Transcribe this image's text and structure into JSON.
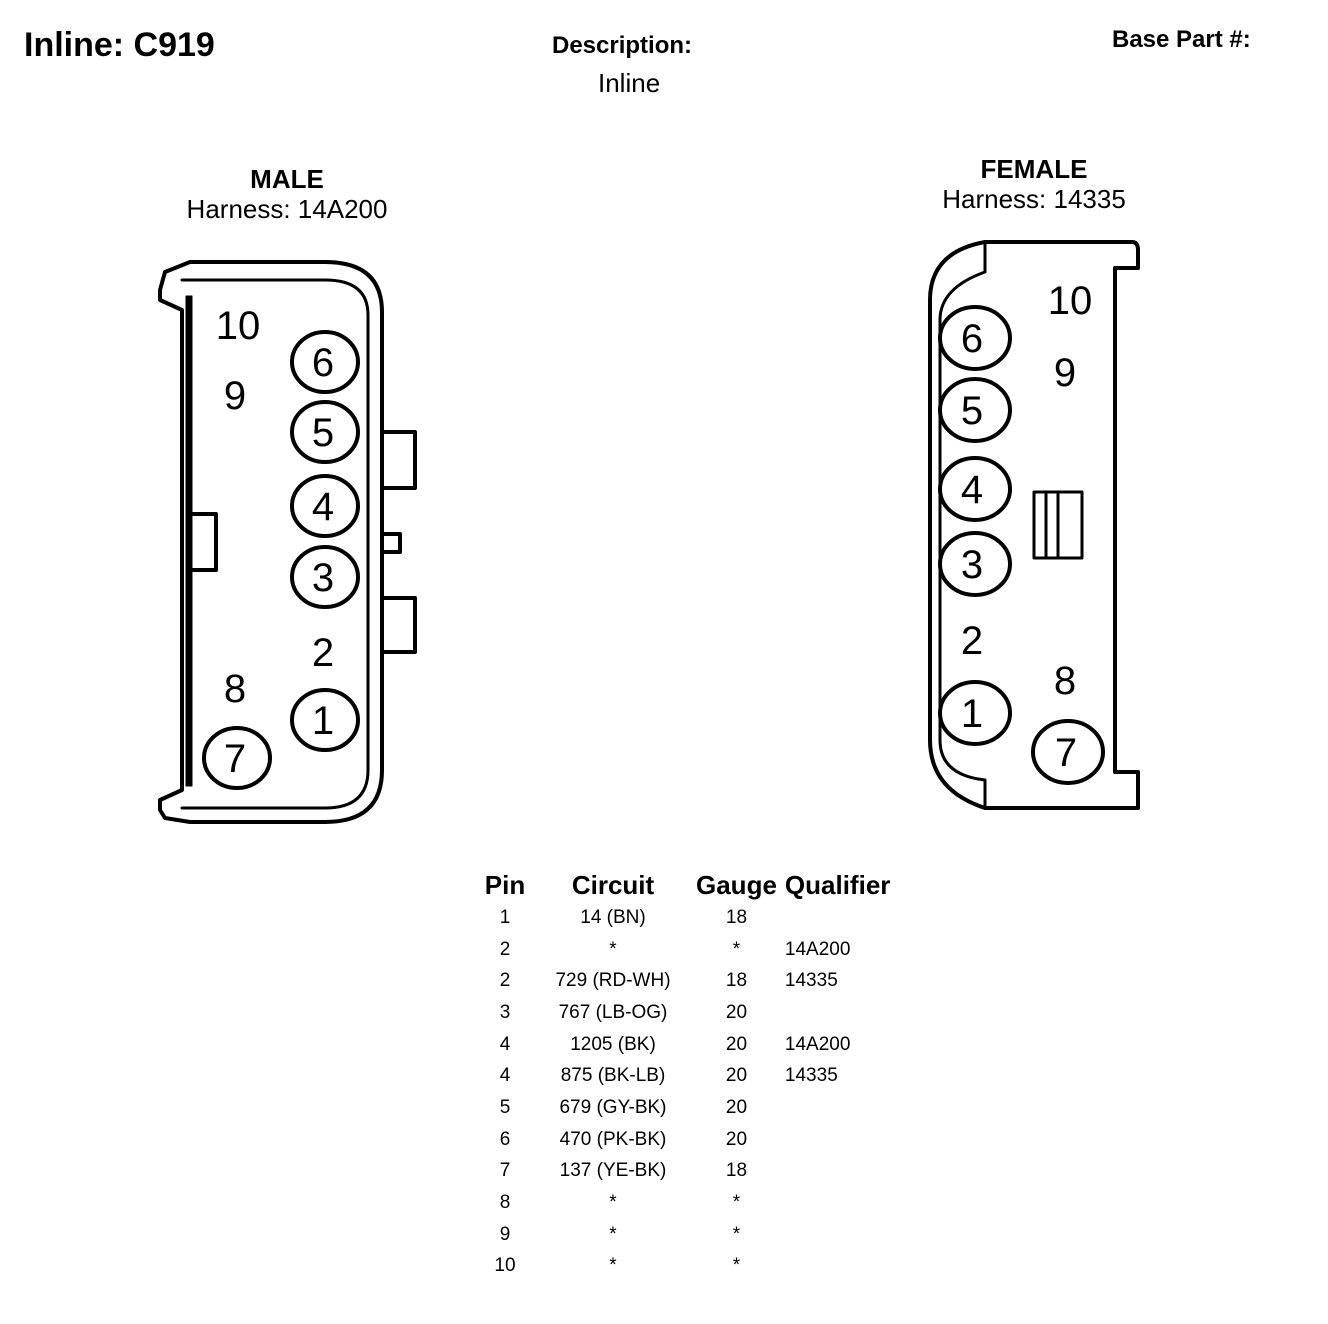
{
  "header": {
    "title": "Inline: C919",
    "description_label": "Description:",
    "description_value": "Inline",
    "base_part_label": "Base Part #:"
  },
  "male": {
    "gender": "MALE",
    "harness": "Harness: 14A200",
    "pins": [
      "1",
      "2",
      "3",
      "4",
      "5",
      "6",
      "7",
      "8",
      "9",
      "10"
    ]
  },
  "female": {
    "gender": "FEMALE",
    "harness": "Harness: 14335",
    "pins": [
      "1",
      "2",
      "3",
      "4",
      "5",
      "6",
      "7",
      "8",
      "9",
      "10"
    ]
  },
  "table": {
    "headers": [
      "Pin",
      "Circuit",
      "Gauge",
      "Qualifier"
    ],
    "rows": [
      {
        "pin": "1",
        "circuit": "14 (BN)",
        "gauge": "18",
        "qualifier": ""
      },
      {
        "pin": "2",
        "circuit": "*",
        "gauge": "*",
        "qualifier": "14A200"
      },
      {
        "pin": "2",
        "circuit": "729 (RD-WH)",
        "gauge": "18",
        "qualifier": "14335"
      },
      {
        "pin": "3",
        "circuit": "767 (LB-OG)",
        "gauge": "20",
        "qualifier": ""
      },
      {
        "pin": "4",
        "circuit": "1205 (BK)",
        "gauge": "20",
        "qualifier": "14A200"
      },
      {
        "pin": "4",
        "circuit": "875 (BK-LB)",
        "gauge": "20",
        "qualifier": "14335"
      },
      {
        "pin": "5",
        "circuit": "679 (GY-BK)",
        "gauge": "20",
        "qualifier": ""
      },
      {
        "pin": "6",
        "circuit": "470 (PK-BK)",
        "gauge": "20",
        "qualifier": ""
      },
      {
        "pin": "7",
        "circuit": "137 (YE-BK)",
        "gauge": "18",
        "qualifier": ""
      },
      {
        "pin": "8",
        "circuit": "*",
        "gauge": "*",
        "qualifier": ""
      },
      {
        "pin": "9",
        "circuit": "*",
        "gauge": "*",
        "qualifier": ""
      },
      {
        "pin": "10",
        "circuit": "*",
        "gauge": "*",
        "qualifier": ""
      }
    ]
  }
}
